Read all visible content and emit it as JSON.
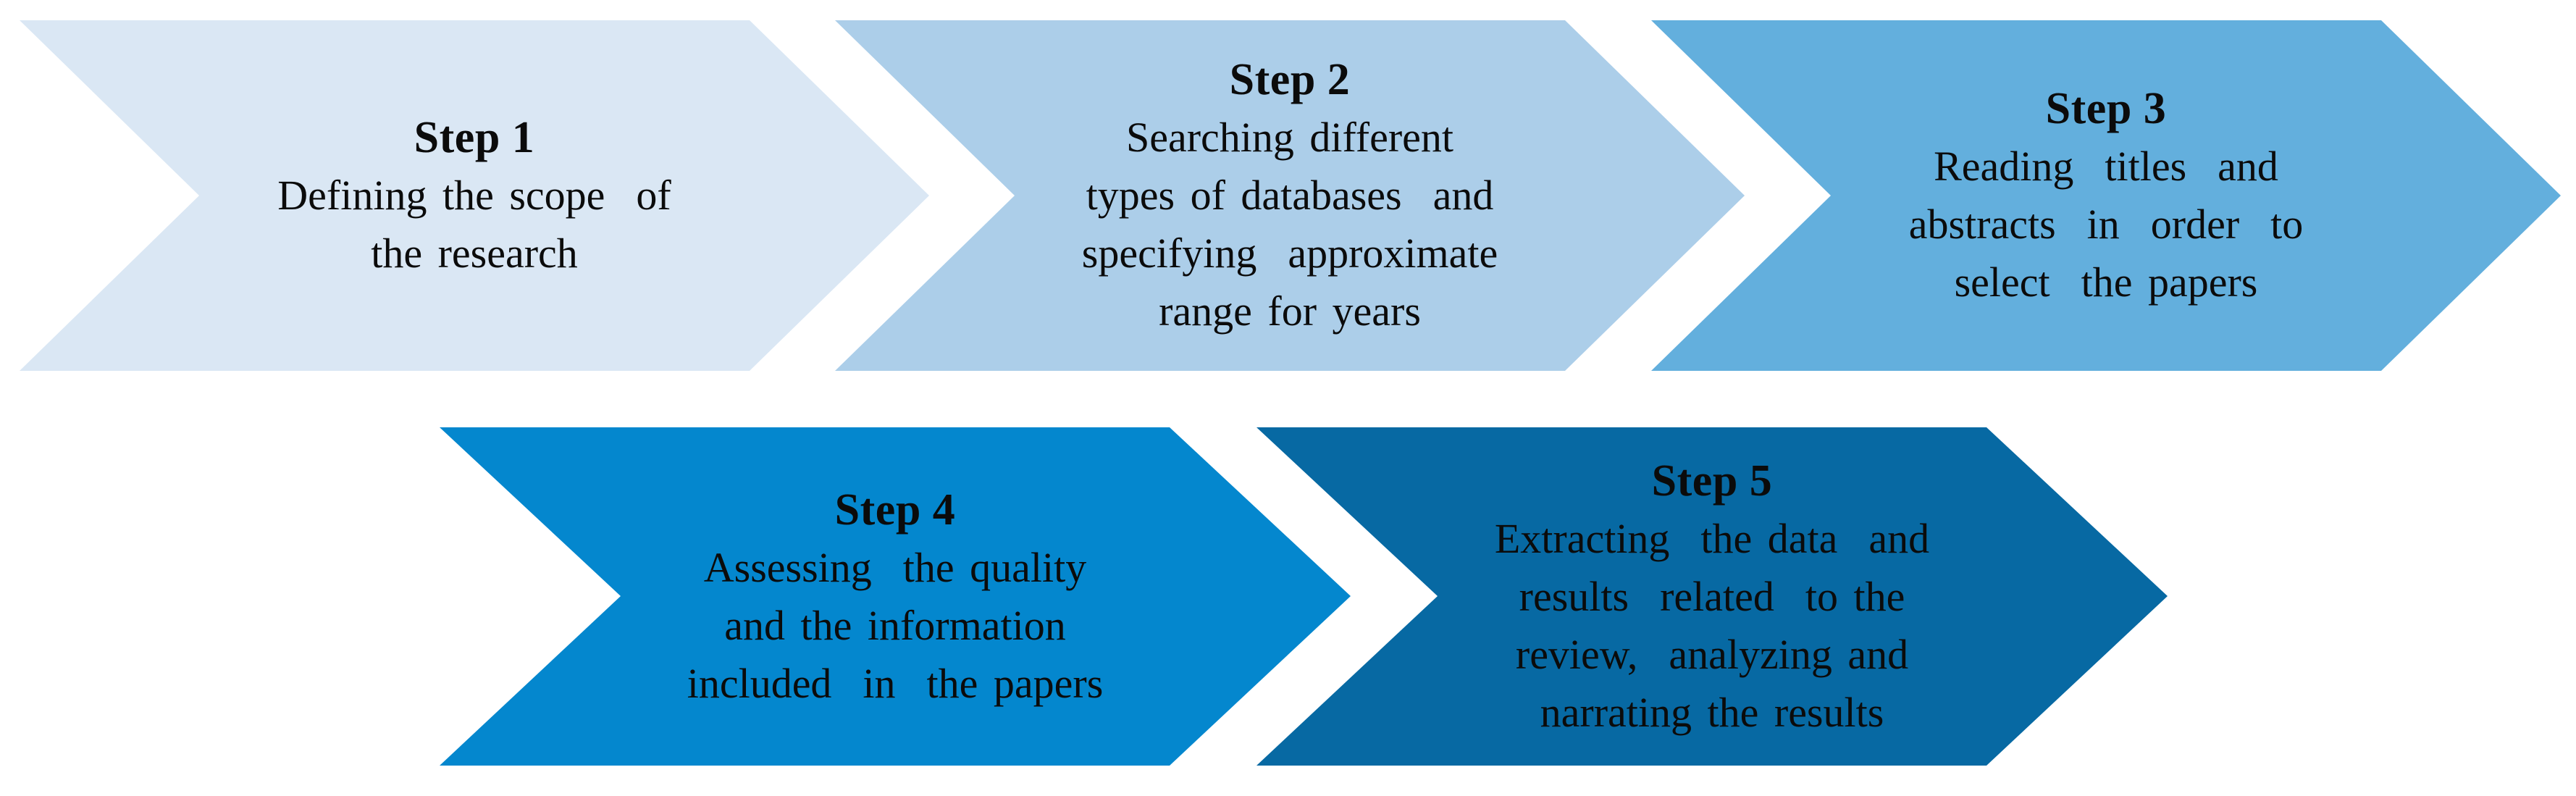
{
  "diagram": {
    "background_color": "#FFFFFF",
    "text_color": "#0B0B0B",
    "steps": [
      {
        "title": "Step 1",
        "body": "Defining the scope  of\nthe research",
        "fill_color": "#DAE7F4"
      },
      {
        "title": "Step 2",
        "body": "Searching different\ntypes of databases  and\nspecifying  approximate\nrange for years",
        "fill_color": "#ACCEE9"
      },
      {
        "title": "Step 3",
        "body": "Reading  titles  and\nabstracts  in  order  to\nselect  the papers",
        "fill_color": "#63AFDD"
      },
      {
        "title": "Step 4",
        "body": "Assessing  the quality\nand the information\nincluded  in  the papers",
        "fill_color": "#0487CE"
      },
      {
        "title": "Step 5",
        "body": "Extracting  the data  and\nresults  related  to the\nreview,  analyzing and\nnarrating the results",
        "fill_color": "#0769A3"
      }
    ]
  }
}
